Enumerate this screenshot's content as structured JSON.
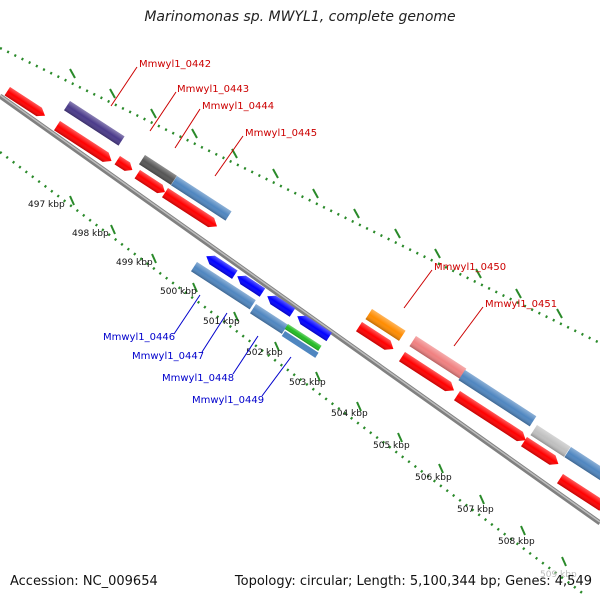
{
  "title": "Marinomonas sp. MWYL1, complete genome",
  "accession": "Accession: NC_009654",
  "topology": "Topology: circular; Length: 5,100,344 bp; Genes: 4,549",
  "colors": {
    "forward_gene": "#ff0000",
    "reverse_gene": "#0000ff",
    "cds_steelblue": "#4f86c0",
    "purple": "#4a3a8a",
    "darkgray": "#555555",
    "orange": "#ff8c00",
    "pink": "#f08080",
    "lightgray": "#c0c0c0",
    "green": "#22bb22",
    "backbone": "#808080",
    "ruler": "#2a8a2a"
  },
  "ruler_labels": [
    "497 kbp",
    "498 kbp",
    "499 kbp",
    "500 kbp",
    "501 kbp",
    "502 kbp",
    "503 kbp",
    "504 kbp",
    "505 kbp",
    "506 kbp",
    "507 kbp",
    "508 kbp",
    "509 kbp"
  ],
  "gene_labels_top": [
    "Mmwyl1_0442",
    "Mmwyl1_0443",
    "Mmwyl1_0444",
    "Mmwyl1_0445",
    "Mmwyl1_0450",
    "Mmwyl1_0451"
  ],
  "gene_labels_bottom": [
    "Mmwyl1_0446",
    "Mmwyl1_0447",
    "Mmwyl1_0448",
    "Mmwyl1_0449"
  ]
}
